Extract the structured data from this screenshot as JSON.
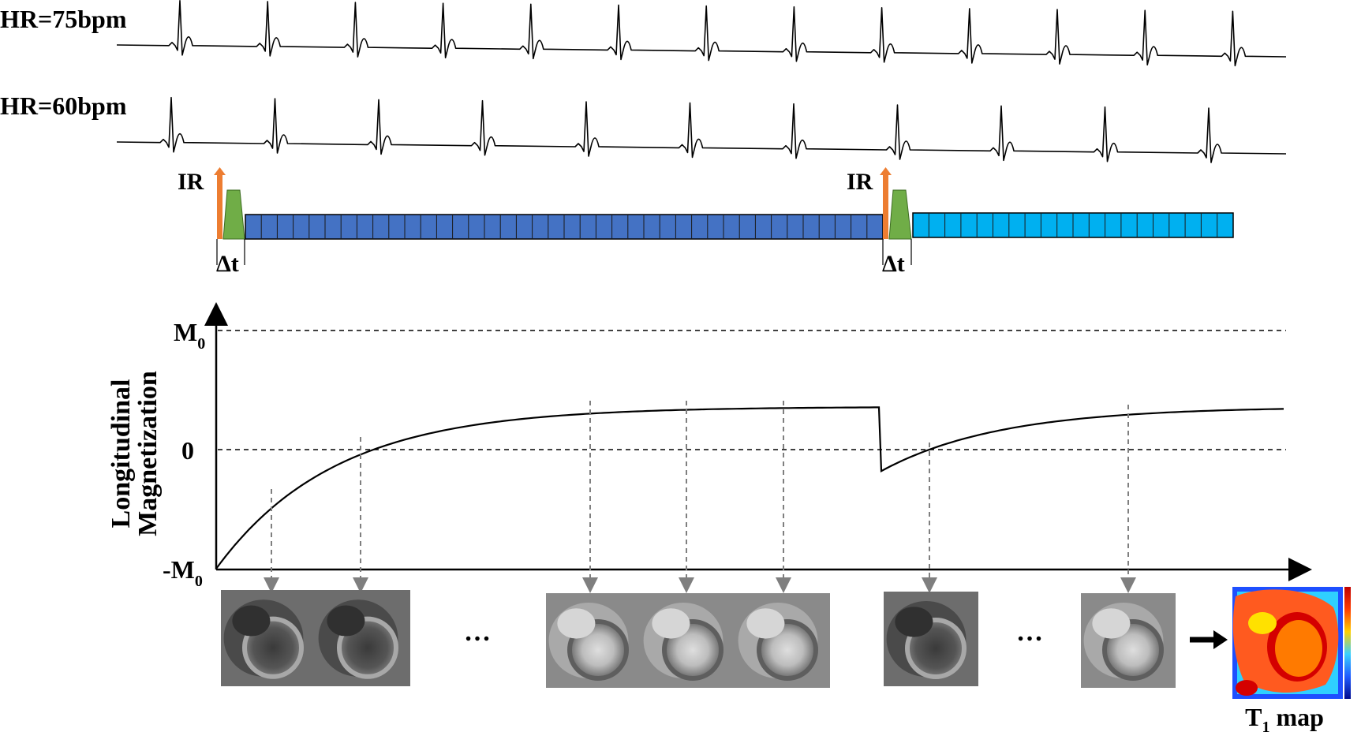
{
  "ecg": {
    "trace_75": {
      "label": "HR=75bpm",
      "beats": 13
    },
    "trace_60": {
      "label": "HR=60bpm",
      "beats": 11
    }
  },
  "sequence": {
    "ir_label": "IR",
    "delta_t_label": "Δt",
    "block1_segments": 40,
    "block2_segments": 20,
    "colors": {
      "block1": "#4472c4",
      "block2": "#00b0f0",
      "ir_pulse": "#ed7d31",
      "readout": "#70ad47"
    }
  },
  "plot": {
    "ylabel_line1": "Longitudinal",
    "ylabel_line2": "Magnetization",
    "tick_m0": "M",
    "tick_m0_sub": "0",
    "tick_zero": "0",
    "tick_neg_m0": "-M",
    "tick_neg_m0_sub": "0"
  },
  "images": {
    "ellipsis": "…",
    "map_label": "T",
    "map_label_sub": "1",
    "map_label_suffix": " map"
  }
}
